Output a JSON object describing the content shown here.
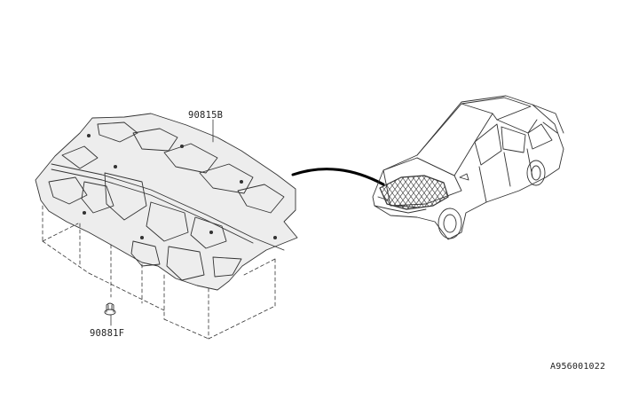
{
  "labels": {
    "insulator_part": "90815B",
    "clip_part": "90881F",
    "figure_code": "A956001022"
  }
}
